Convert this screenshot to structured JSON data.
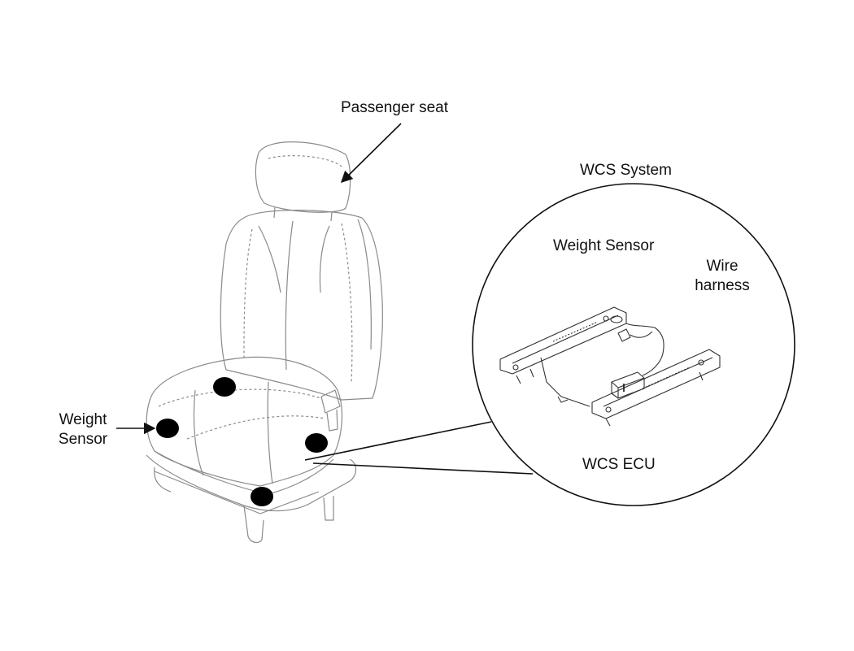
{
  "labels": {
    "passenger_seat": "Passenger seat",
    "wcs_system": "WCS System",
    "weight_sensor_left_line1": "Weight",
    "weight_sensor_left_line2": "Sensor",
    "weight_sensor_inset": "Weight Sensor",
    "wire_harness_line1": "Wire",
    "wire_harness_line2": "harness",
    "wcs_ecu": "WCS ECU"
  },
  "colors": {
    "outline": "#8a8a8a",
    "ink": "#111111",
    "sensor_dot": "#000000",
    "background": "#ffffff"
  },
  "components": {
    "weight_sensor_count": 4
  }
}
